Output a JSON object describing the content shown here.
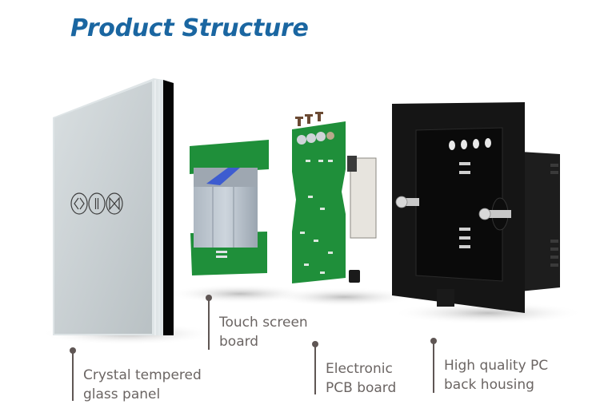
{
  "title": "Product Structure",
  "components": [
    {
      "label_line1": "Crystal tempered",
      "label_line2": "glass panel"
    },
    {
      "label_line1": "Touch screen",
      "label_line2": "board"
    },
    {
      "label_line1": "Electronic",
      "label_line2": "PCB board"
    },
    {
      "label_line1": "High quality PC",
      "label_line2": "back housing"
    }
  ],
  "panel_buttons": [
    "open-curtain-icon",
    "pause-icon",
    "close-curtain-icon"
  ],
  "colors": {
    "title": "#1a66a1",
    "label_text": "#6b6563",
    "pin": "#5f5654",
    "glass": "#c9d0d3",
    "pcb": "#1f8f3a",
    "housing": "#151515"
  }
}
